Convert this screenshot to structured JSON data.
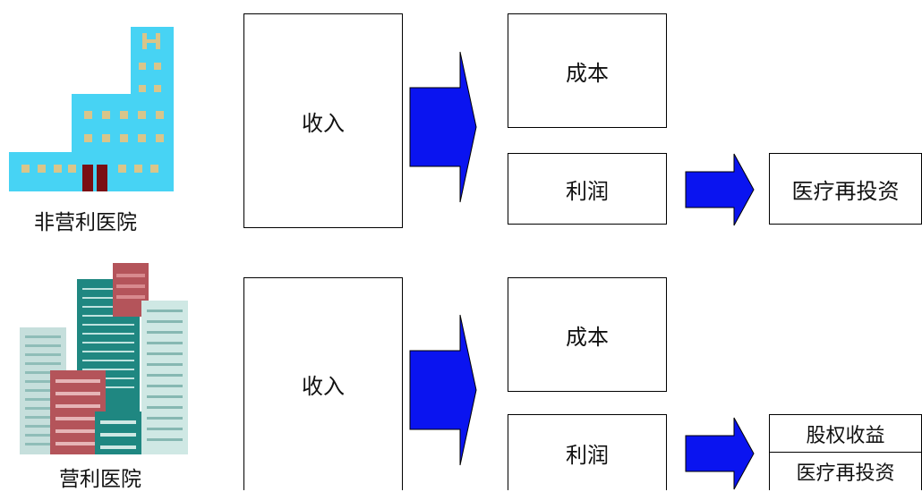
{
  "nonprofit": {
    "hospital_label": "非营利医院",
    "revenue": "收入",
    "cost": "成本",
    "profit": "利润",
    "use": "医疗再投资"
  },
  "forprofit": {
    "hospital_label": "营利医院",
    "revenue": "收入",
    "cost": "成本",
    "profit": "利润",
    "use_top": "股权收益",
    "use_bottom": "医疗再投资"
  },
  "colors": {
    "arrow": "#0a14f0",
    "building_nonprofit": "#47d3f4",
    "window_tan": "#d9c58a",
    "door": "#7a0f14"
  }
}
